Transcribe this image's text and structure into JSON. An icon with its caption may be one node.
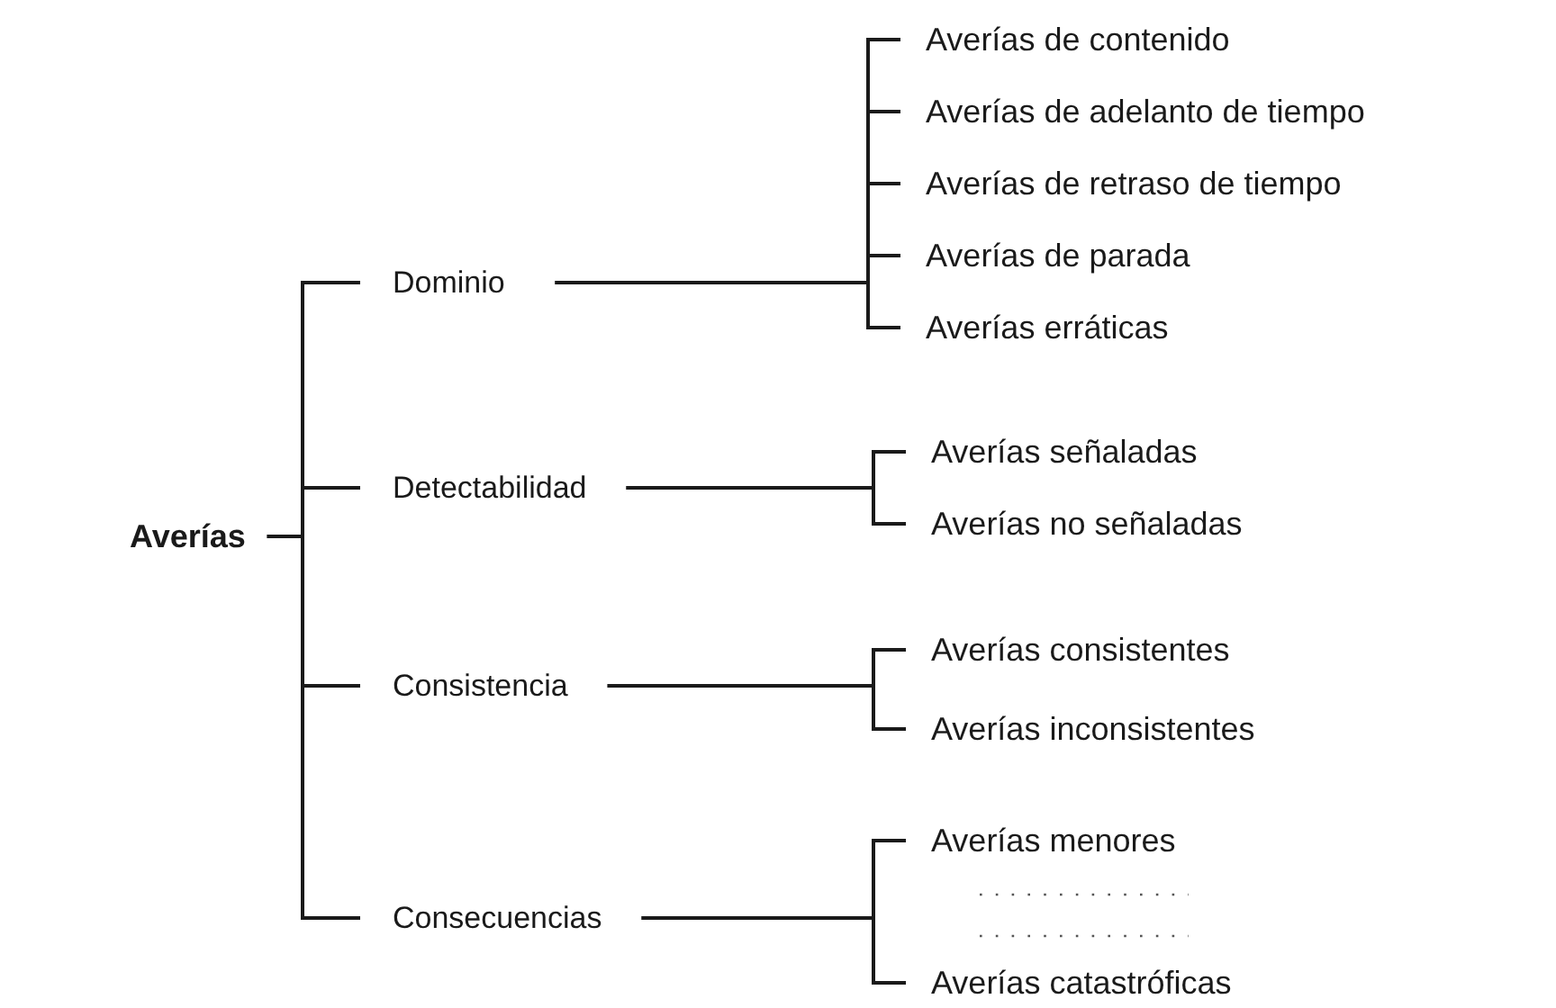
{
  "diagram": {
    "nodes": [
      {
        "text": [
          "Averías"
        ]
      },
      {
        "text": [
          "Dominio"
        ]
      },
      {
        "text": [
          "Averías de contenido"
        ]
      },
      {
        "text": [
          "Averías de adelanto de tiempo"
        ]
      },
      {
        "text": [
          "Averías de retraso de tiempo"
        ]
      },
      {
        "text": [
          "Averías de parada"
        ]
      },
      {
        "text": [
          "Averías erráticas"
        ]
      },
      {
        "text": [
          "Detectabilidad"
        ]
      },
      {
        "text": [
          "Averías señaladas"
        ]
      },
      {
        "text": [
          "Averías no señaladas"
        ]
      },
      {
        "text": [
          "Consistencia"
        ]
      },
      {
        "text": [
          "Averías consistentes"
        ]
      },
      {
        "text": [
          "Averías inconsistentes"
        ]
      },
      {
        "text": [
          "Consecuencias"
        ]
      },
      {
        "text": [
          "Averías menores"
        ]
      },
      {
        "text": [
          "Averías catastróficas"
        ]
      }
    ],
    "edges": [
      {
        "from": 0,
        "to": 1,
        "arrow": "none"
      },
      {
        "from": 0,
        "to": 7,
        "arrow": "none"
      },
      {
        "from": 0,
        "to": 10,
        "arrow": "none"
      },
      {
        "from": 0,
        "to": 13,
        "arrow": "none"
      },
      {
        "from": 1,
        "to": 2,
        "arrow": "none"
      },
      {
        "from": 1,
        "to": 3,
        "arrow": "none"
      },
      {
        "from": 1,
        "to": 4,
        "arrow": "none"
      },
      {
        "from": 1,
        "to": 5,
        "arrow": "none"
      },
      {
        "from": 1,
        "to": 6,
        "arrow": "none"
      },
      {
        "from": 7,
        "to": 8,
        "arrow": "none"
      },
      {
        "from": 7,
        "to": 9,
        "arrow": "none"
      },
      {
        "from": 10,
        "to": 11,
        "arrow": "none"
      },
      {
        "from": 10,
        "to": 12,
        "arrow": "none"
      },
      {
        "from": 13,
        "to": 14,
        "arrow": "none"
      },
      {
        "from": 13,
        "to": 15,
        "arrow": "none"
      }
    ]
  }
}
